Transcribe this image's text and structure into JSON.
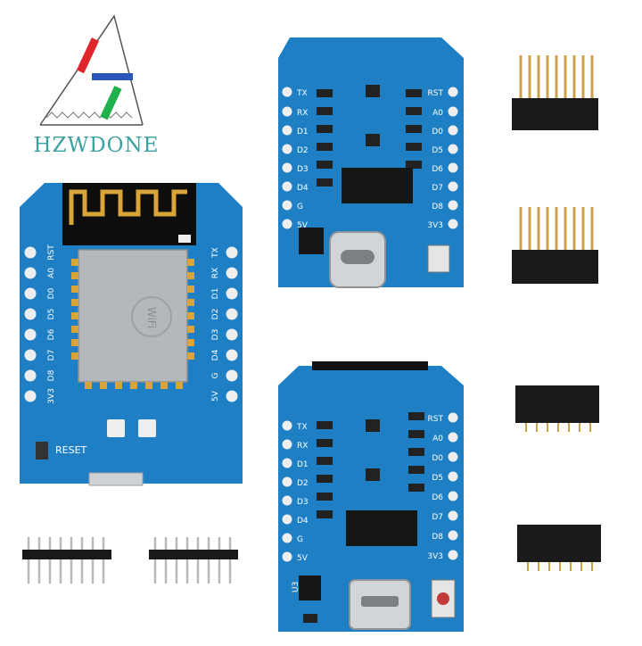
{
  "brand": {
    "name": "HZWDONE",
    "colors": {
      "red": "#e0262b",
      "blue": "#2a56b8",
      "green": "#20b04c",
      "text": "#3aa0a0"
    }
  },
  "colors": {
    "pcb": "#1f7fc4",
    "pcb_dark": "#1667a8",
    "header_plastic": "#1a1a1a",
    "pin_gold": "#c9a24a",
    "pin_silver": "#b8b8b8"
  },
  "main_board": {
    "left_labels": [
      "RST",
      "A0",
      "D0",
      "D5",
      "D6",
      "D7",
      "D8",
      "3V3"
    ],
    "right_labels": [
      "TX",
      "RX",
      "D1",
      "D2",
      "D3",
      "D4",
      "G",
      "5V"
    ],
    "reset_label": "RESET",
    "module_marking": "WiFi"
  },
  "board_typec": {
    "left_labels": [
      "TX",
      "RX",
      "D1",
      "D2",
      "D3",
      "D4",
      "G",
      "5V"
    ],
    "right_labels": [
      "RST",
      "A0",
      "D0",
      "D5",
      "D6",
      "D7",
      "D8",
      "3V3"
    ]
  },
  "board_micro": {
    "left_labels": [
      "TX",
      "RX",
      "D1",
      "D2",
      "D3",
      "D4",
      "G",
      "5V"
    ],
    "right_labels": [
      "RST",
      "A0",
      "D0",
      "D5",
      "D6",
      "D7",
      "D8",
      "3V3"
    ],
    "u3_label": "U3"
  }
}
